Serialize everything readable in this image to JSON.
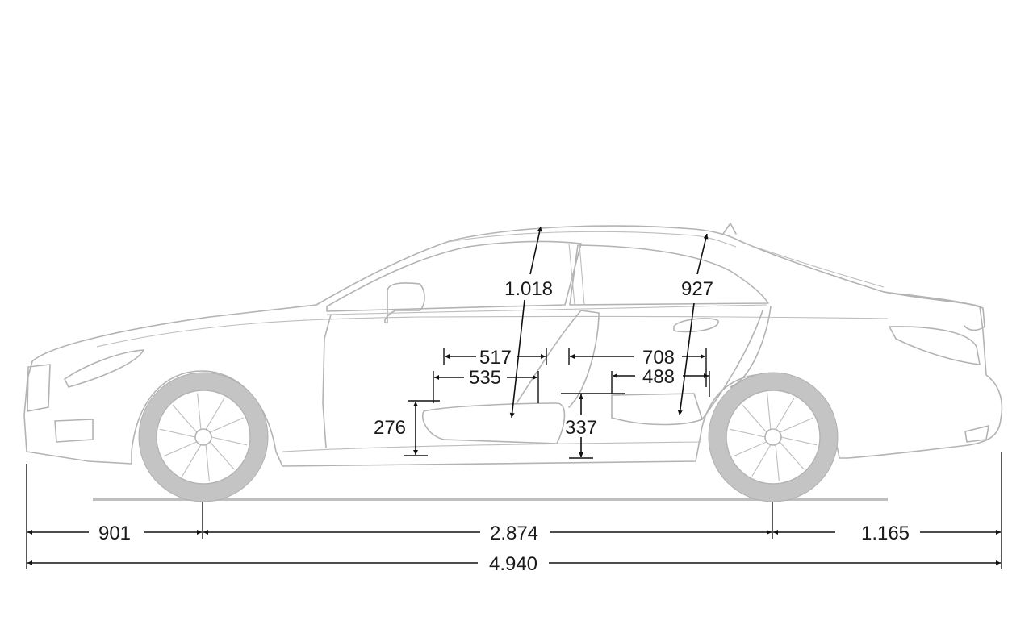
{
  "dimensions": {
    "front_overhang": "901",
    "wheelbase": "2.874",
    "rear_overhang": "1.165",
    "overall_length": "4.940",
    "front_headroom": "1.018",
    "rear_headroom": "927",
    "front_seat_depth_upper": "517",
    "front_seat_depth_lower": "535",
    "rear_legroom_upper": "708",
    "rear_legroom_lower": "488",
    "front_seat_height": "276",
    "rear_seat_height": "337"
  },
  "colors": {
    "car_outline": "#b3b3b3",
    "dimension_lines": "#111111"
  }
}
